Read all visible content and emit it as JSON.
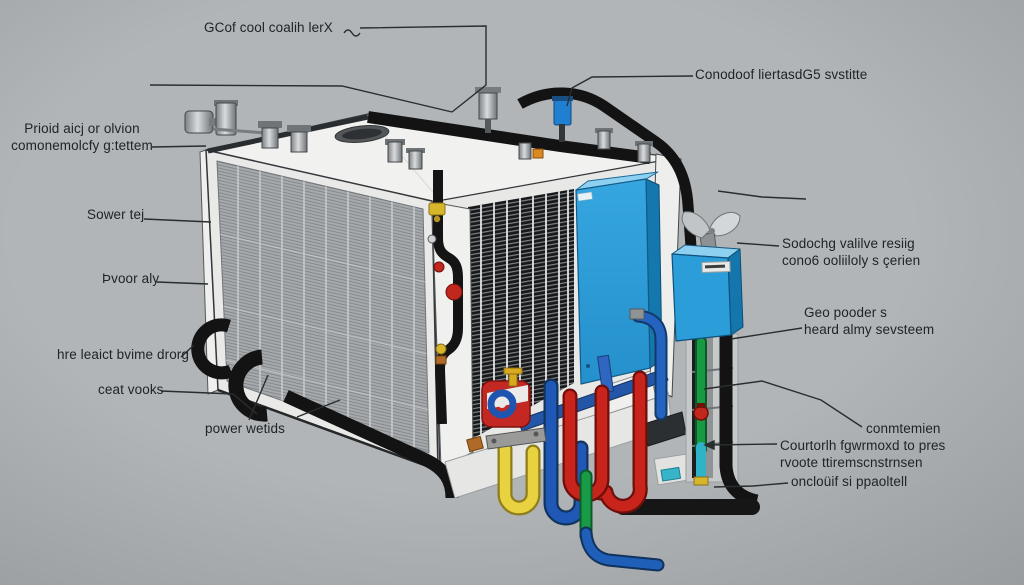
{
  "scene": {
    "description": "Isometric technical diagram of an industrial cooling / condenser unit with labeled callouts",
    "background_color": "#b1b5b7",
    "leader_line_color": "#2a2d2f"
  },
  "colors": {
    "tank_blue": "#2b9dd8",
    "pipe_black": "#141414",
    "pipe_red": "#c8241c",
    "pipe_blue": "#2058b8",
    "pipe_green": "#199a46",
    "pipe_yellow": "#e8d23f",
    "pipe_teal": "#2fb3c6",
    "radiator_gray": "#a6aaad",
    "frame_white": "#efefed"
  },
  "labels": {
    "gcof": "GCof cool coalih lerX",
    "conodorf": "Conodoof liertasdG5 svstitte",
    "prioid_line1": "Prioid aicj or olvion",
    "prioid_line2": "comonemolcfy g:tettem",
    "sower": "Sower tej",
    "voor": "Þvoor aly",
    "hre": "hre leaict bvime drorg",
    "ceat": "ceat vooks",
    "power": "power wetids",
    "sodochg_line1": "Sodochg valilve resiig",
    "sodochg_line2": "cono6 ooliiloly s çerien",
    "geo_line1": "Geo pooder s",
    "geo_line2": "heard almy sevsteem",
    "conmtemien": "conmtemien",
    "courtorlh_line1": "Courtorlh fgwrmoxd to pres",
    "courtorlh_line2": "rvoote ttiremscnstrnsen",
    "onclouif": "oncloüif si ppaoltell"
  },
  "components": {
    "main_unit": "condenser-unit",
    "left_face": "radiator-fin-panel",
    "right_face": "coil-fin-stack",
    "tank": "blue-refrigerant-tank",
    "control_box": "blue-control-box",
    "fan": "chrome-fan-scoop",
    "pipes": [
      "black-loop-pipes",
      "yellow-u-pipe",
      "blue-u-pipe",
      "red-u-pipes",
      "green-pipe",
      "teal-pipe"
    ]
  }
}
